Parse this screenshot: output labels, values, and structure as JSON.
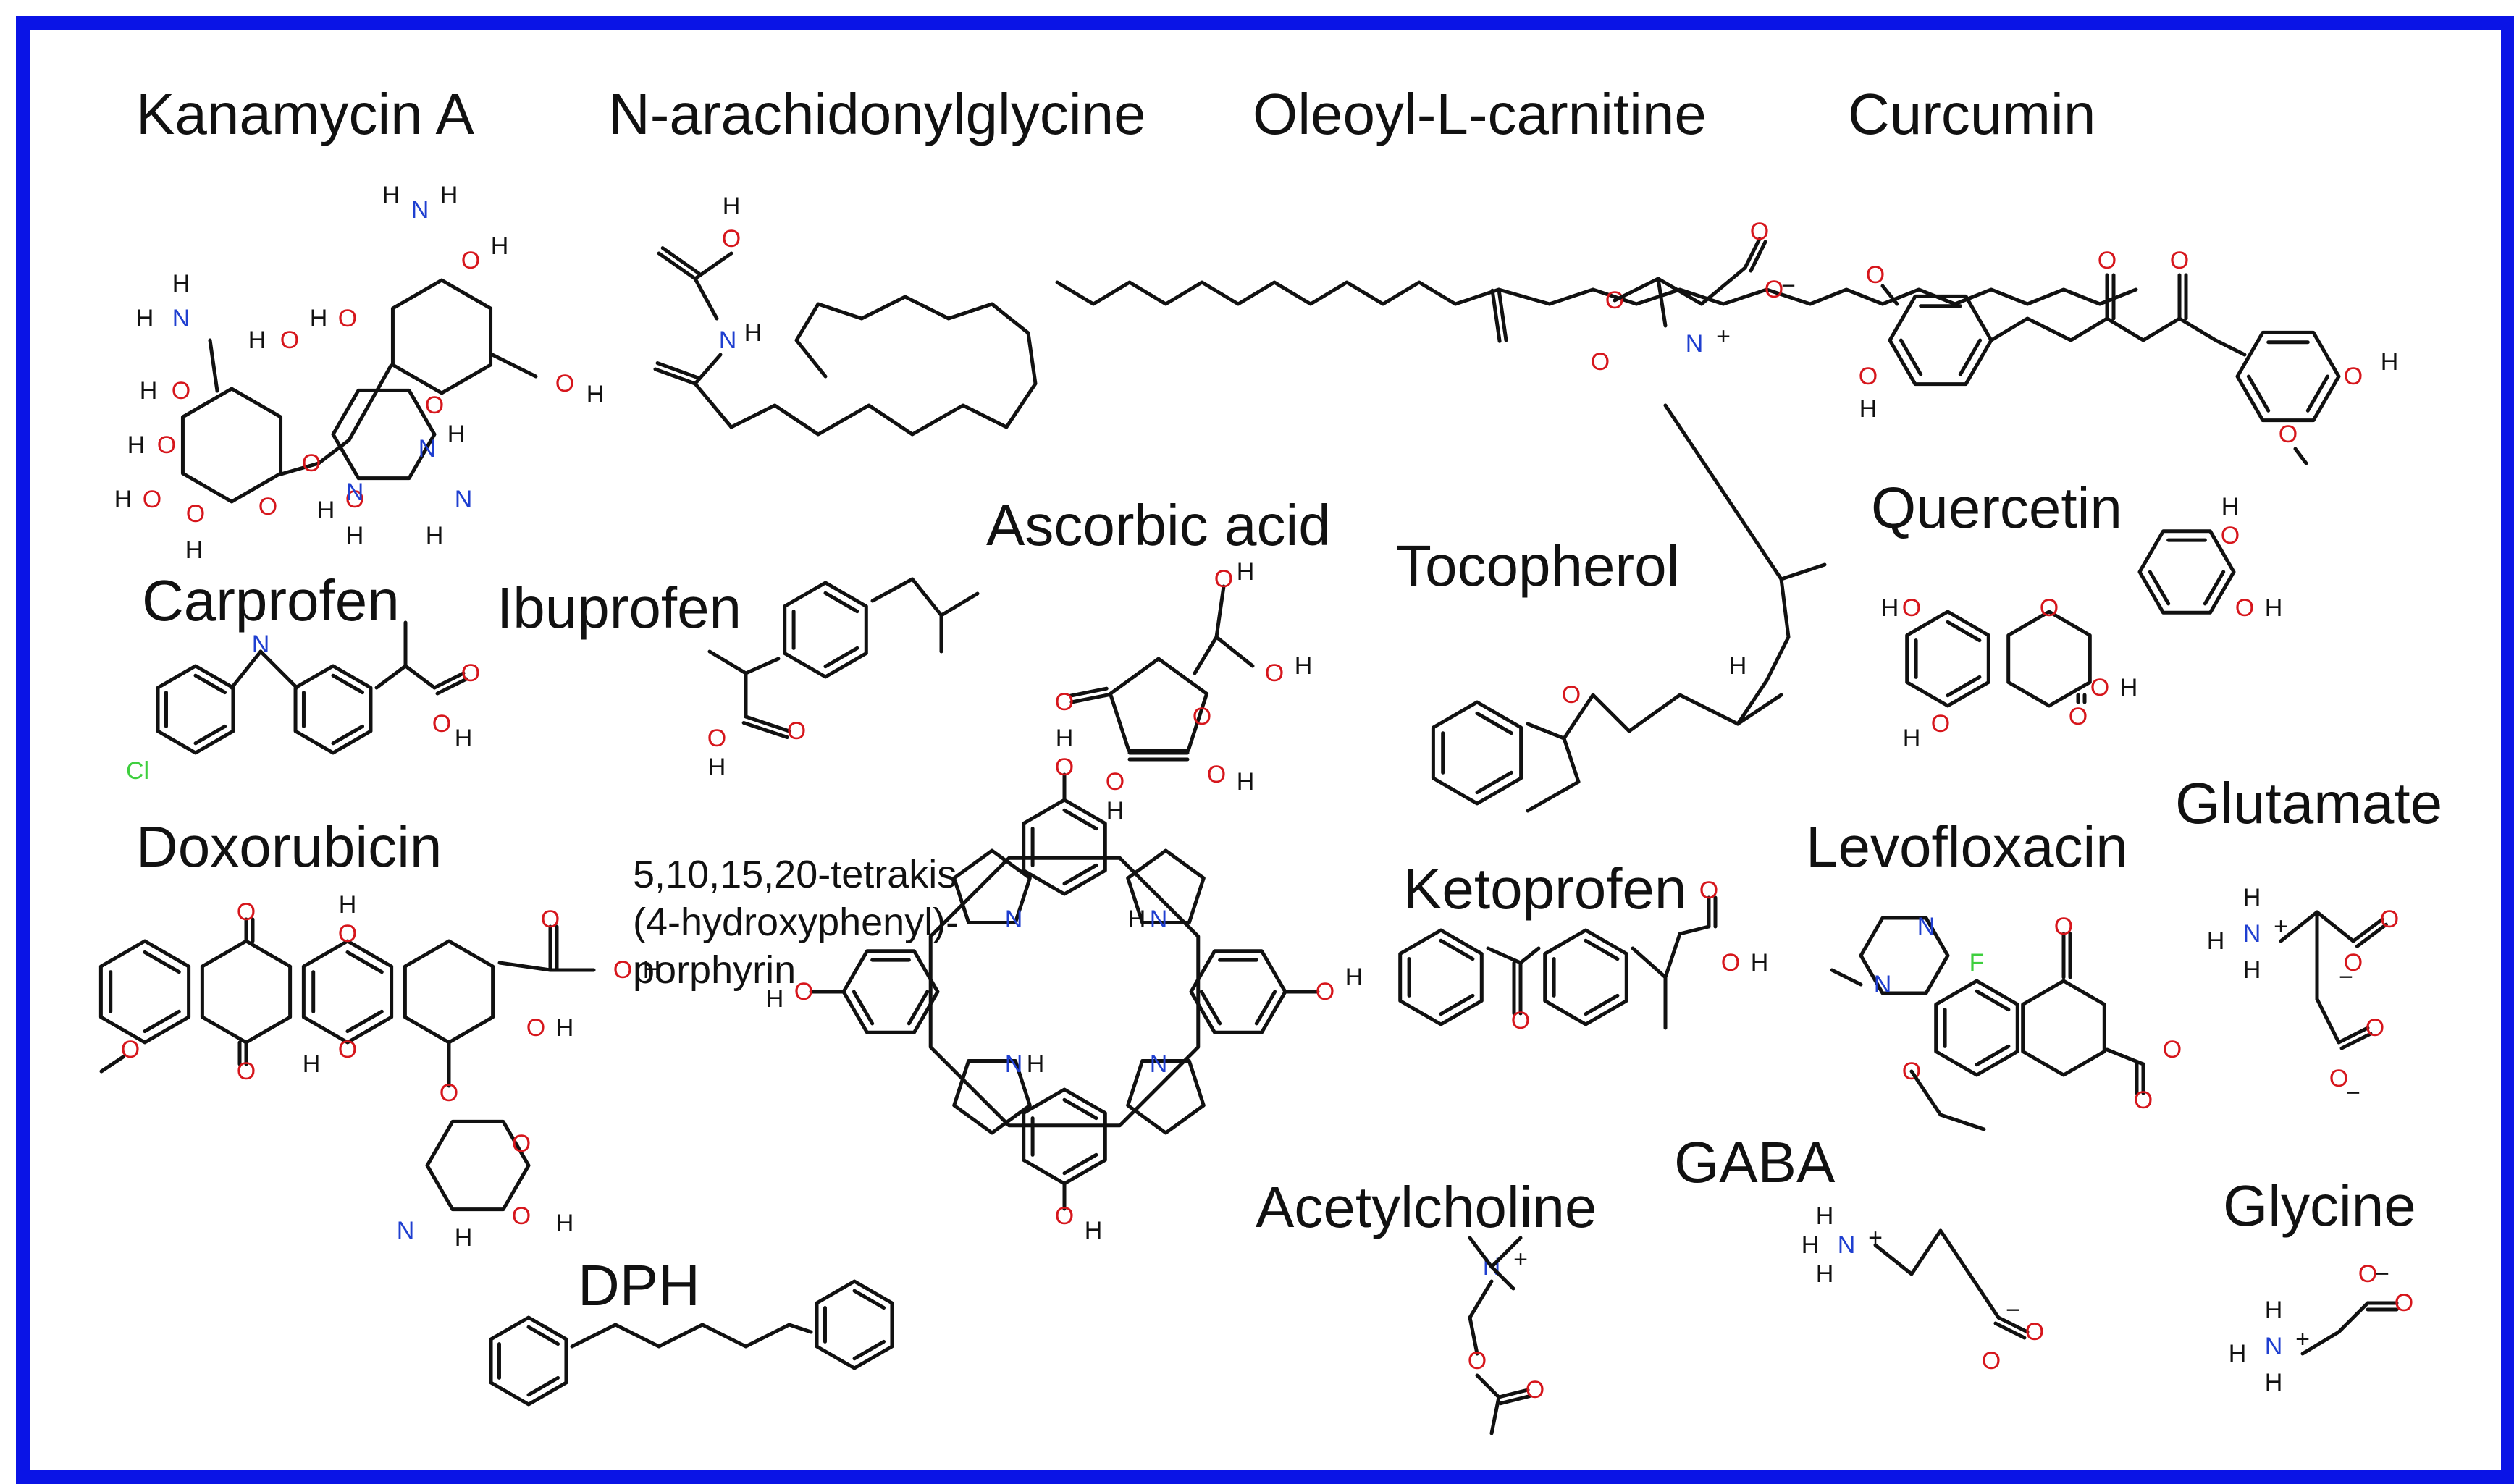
{
  "colors": {
    "frame": "#0a14e6",
    "bond": "#111111",
    "oxygen": "#d6161c",
    "nitrogen": "#1f3fd0",
    "halogen": "#3ecf3e"
  },
  "molecules": [
    {
      "key": "kanamycin",
      "label": "Kanamycin A"
    },
    {
      "key": "nag",
      "label": "N-arachidonylglycine"
    },
    {
      "key": "oleoyl",
      "label": "Oleoyl-L-carnitine"
    },
    {
      "key": "curcumin",
      "label": "Curcumin"
    },
    {
      "key": "carprofen",
      "label": "Carprofen"
    },
    {
      "key": "ibuprofen",
      "label": "Ibuprofen"
    },
    {
      "key": "ascorbic",
      "label": "Ascorbic acid"
    },
    {
      "key": "tocopherol",
      "label": "Tocopherol"
    },
    {
      "key": "quercetin",
      "label": "Quercetin"
    },
    {
      "key": "doxorubicin",
      "label": "Doxorubicin"
    },
    {
      "key": "porphyrin",
      "label": "5,10,15,20-tetrakis (4-hydroxyphenyl)- porphyrin",
      "lines": [
        "5,10,15,20-tetrakis",
        "(4-hydroxyphenyl)-",
        "porphyrin"
      ]
    },
    {
      "key": "ketoprofen",
      "label": "Ketoprofen"
    },
    {
      "key": "levofloxacin",
      "label": "Levofloxacin"
    },
    {
      "key": "glutamate",
      "label": "Glutamate"
    },
    {
      "key": "gaba",
      "label": "GABA"
    },
    {
      "key": "acetylcholine",
      "label": "Acetylcholine"
    },
    {
      "key": "glycine",
      "label": "Glycine"
    },
    {
      "key": "dph",
      "label": "DPH"
    }
  ],
  "atom_labels": {
    "O": "O",
    "N": "N",
    "H": "H",
    "F": "F",
    "Cl": "Cl",
    "plus": "+",
    "minus": "−"
  }
}
